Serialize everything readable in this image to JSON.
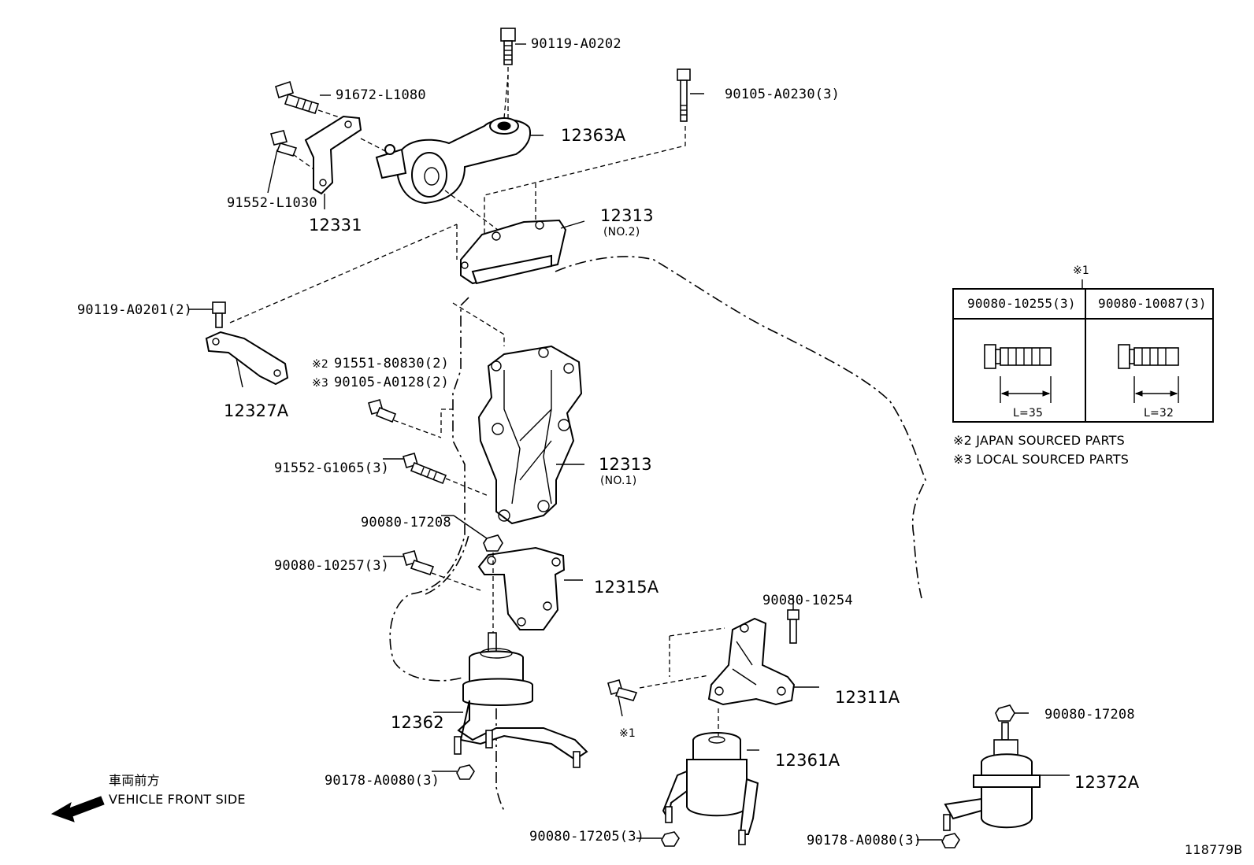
{
  "parts": {
    "p90119_A0202": "90119-A0202",
    "p91672_L1080": "91672-L1080",
    "p90105_A0230": "90105-A0230(3)",
    "p12363A": "12363A",
    "p91552_L1030": "91552-L1030",
    "p12331": "12331",
    "p12313_no2": "12313",
    "p12313_no2_sub": "(NO.2)",
    "p90119_A0201": "90119-A0201(2)",
    "p12327A": "12327A",
    "p91551_80830": "91551-80830(2)",
    "p91551_80830_mark": "※2",
    "p90105_A0128": "90105-A0128(2)",
    "p90105_A0128_mark": "※3",
    "p91552_G1065": "91552-G1065(3)",
    "p12313_no1": "12313",
    "p12313_no1_sub": "(NO.1)",
    "p90080_17208a": "90080-17208",
    "p90080_10257": "90080-10257(3)",
    "p12315A": "12315A",
    "p90080_10254": "90080-10254",
    "p12311A": "12311A",
    "p12362": "12362",
    "mark1_callout": "※1",
    "p12361A": "12361A",
    "p90178_A0080a": "90178-A0080(3)",
    "p90080_17205": "90080-17205(3)",
    "p90080_17208b": "90080-17208",
    "p12372A": "12372A",
    "p90178_A0080b": "90178-A0080(3)"
  },
  "inset": {
    "mark": "※1",
    "col1_header": "90080-10255(3)",
    "col2_header": "90080-10087(3)",
    "col1_length": "L=35",
    "col2_length": "L=32"
  },
  "notes": {
    "note2": "※2 JAPAN SOURCED PARTS",
    "note3": "※3 LOCAL SOURCED PARTS"
  },
  "direction": {
    "japanese": "車両前方",
    "english": "VEHICLE FRONT SIDE"
  },
  "figure_id": "118779B"
}
